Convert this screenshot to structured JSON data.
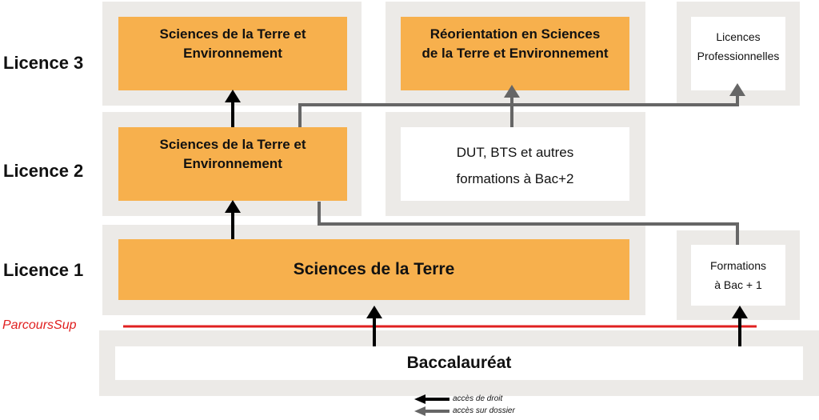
{
  "levels": {
    "l3": "Licence 3",
    "l2": "Licence 2",
    "l1": "Licence 1"
  },
  "parcourssup": "ParcoursSup",
  "boxes": {
    "l3_ste": "Sciences de la Terre et\nEnvironnement",
    "l3_reorientation": "Réorientation en Sciences\nde la Terre et Environnement",
    "l3_licences_pro": "Licences\nProfessionnelles",
    "l2_ste": "Sciences de la Terre et\nEnvironnement",
    "l2_dut": "DUT, BTS et autres\nformations à Bac+2",
    "l1_st": "Sciences de la Terre",
    "l1_bac1": "Formations\nà Bac + 1",
    "bac": "Baccalauréat"
  },
  "legend": {
    "droit": "accès de droit",
    "dossier": "accès sur dossier"
  },
  "colors": {
    "orange": "#f7b04d",
    "frame": "#eceae7",
    "arrow_droit": "#000000",
    "arrow_dossier": "#666666",
    "parcourssup_line": "#e02020"
  }
}
